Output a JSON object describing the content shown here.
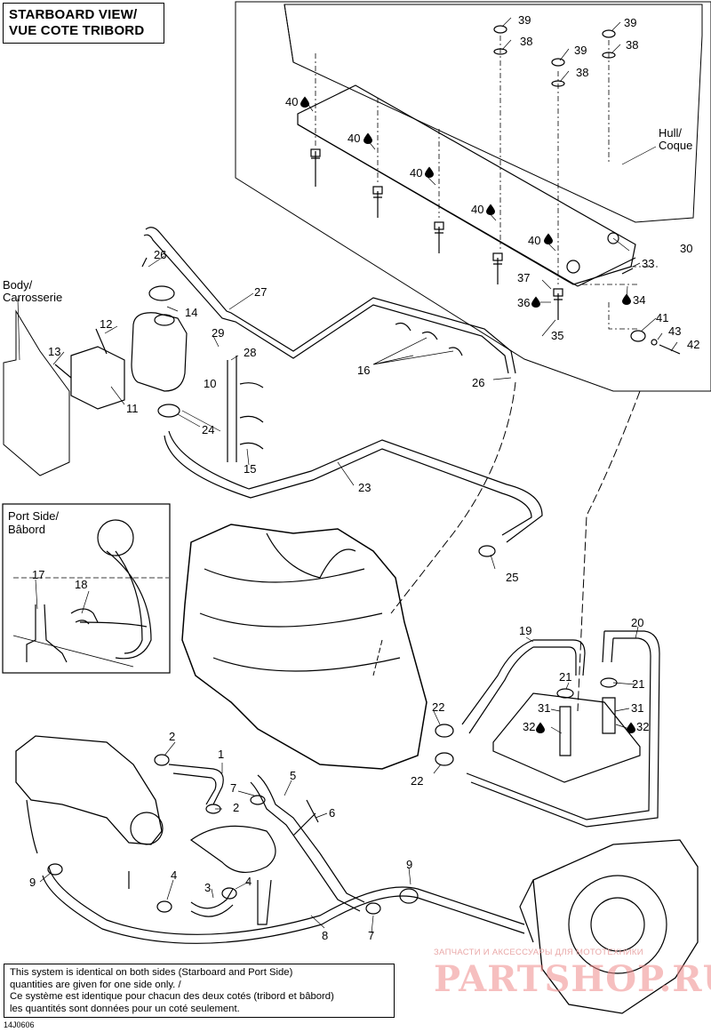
{
  "header": {
    "title_line1": "STARBOARD VIEW/",
    "title_line2": "VUE COTE TRIBORD"
  },
  "inset": {
    "title_line1": "Port Side/",
    "title_line2": "Bâbord"
  },
  "callouts": {
    "hull_line1": "Hull/",
    "hull_line2": "Coque",
    "body_line1": "Body/",
    "body_line2": "Carrosserie"
  },
  "parts": {
    "p1": "1",
    "p2a": "2",
    "p2b": "2",
    "p3": "3",
    "p4a": "4",
    "p4b": "4",
    "p5": "5",
    "p6": "6",
    "p7a": "7",
    "p7b": "7",
    "p8": "8",
    "p9a": "9",
    "p9b": "9",
    "p10": "10",
    "p11": "11",
    "p12": "12",
    "p13": "13",
    "p14": "14",
    "p15": "15",
    "p16": "16",
    "p17": "17",
    "p18": "18",
    "p19": "19",
    "p20": "20",
    "p21a": "21",
    "p21b": "21",
    "p22a": "22",
    "p22b": "22",
    "p23": "23",
    "p24": "24",
    "p25": "25",
    "p26a": "26",
    "p26b": "26",
    "p27": "27",
    "p28": "28",
    "p29": "29",
    "p30": "30",
    "p31a": "31",
    "p31b": "31",
    "p32a": "32",
    "p32b": "32",
    "p33": "33",
    "p34": "34",
    "p35": "35",
    "p36": "36",
    "p37": "37",
    "p38a": "38",
    "p38b": "38",
    "p38c": "38",
    "p39a": "39",
    "p39b": "39",
    "p39c": "39",
    "p40a": "40",
    "p40b": "40",
    "p40c": "40",
    "p40d": "40",
    "p40e": "40",
    "p41": "41",
    "p42": "42",
    "p43": "43"
  },
  "note": {
    "line1": "This system is identical on both sides (Starboard and Port Side)",
    "line2": "quantities are given for one side only. /",
    "line3": "Ce système est identique pour chacun des deux cotés (tribord et bâbord)",
    "line4": "les quantités sont données pour un coté seulement."
  },
  "figure_code": "14J0606",
  "watermark": {
    "small": "ЗАПЧАСТИ И АКСЕССУАРЫ ДЛЯ МОТОТЕХНИКИ",
    "big": "PARTSHOP.RU"
  },
  "colors": {
    "line": "#000000",
    "paper": "#ffffff",
    "watermark": "#ef8b8b"
  }
}
